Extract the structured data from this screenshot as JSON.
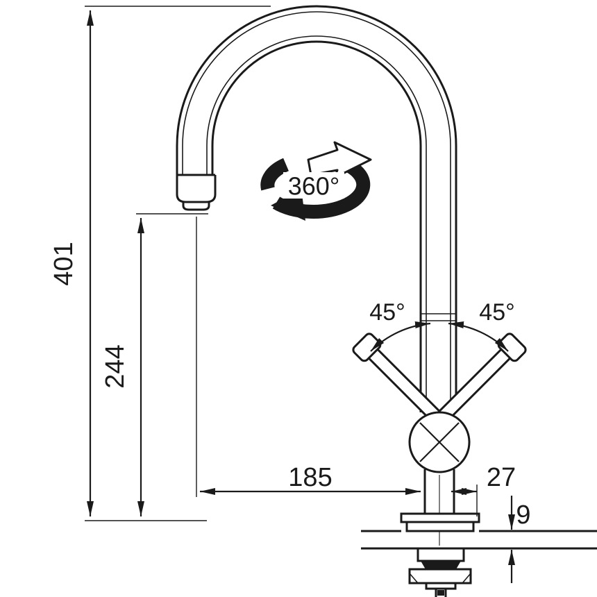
{
  "colors": {
    "ink": "#1a1a1a",
    "paper": "#ffffff"
  },
  "dimensions": {
    "overall_height": "401",
    "spout_outlet_height": "244",
    "spout_reach": "185",
    "rear_offset": "27",
    "deck_thickness": "9"
  },
  "annotations": {
    "swivel_range": "360°",
    "handle_angle_left": "45°",
    "handle_angle_right": "45°"
  }
}
